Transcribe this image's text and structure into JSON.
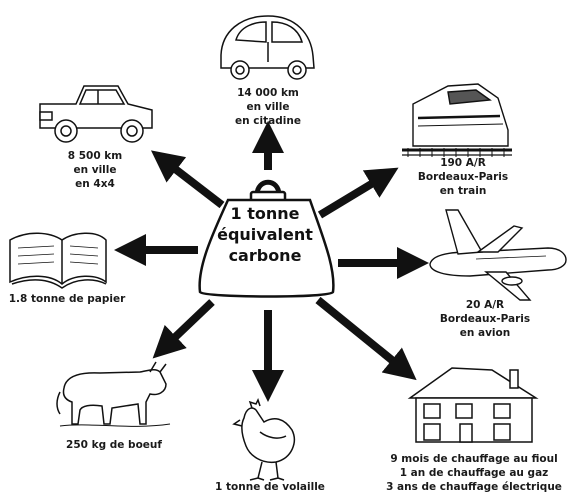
{
  "center": {
    "lines": [
      "1 tonne",
      "équivalent",
      "carbone"
    ]
  },
  "items": {
    "car": {
      "lines": [
        "14 000 km",
        "en ville",
        "en citadine"
      ],
      "icon": "small-car-icon"
    },
    "truck": {
      "lines": [
        "8 500 km",
        "en ville",
        "en 4x4"
      ],
      "icon": "pickup-truck-icon"
    },
    "train": {
      "lines": [
        "190 A/R",
        "Bordeaux-Paris",
        "en train"
      ],
      "icon": "high-speed-train-icon"
    },
    "book": {
      "lines": [
        "1.8 tonne de papier"
      ],
      "icon": "open-book-icon"
    },
    "plane": {
      "lines": [
        "20 A/R",
        "Bordeaux-Paris",
        "en avion"
      ],
      "icon": "airplane-icon"
    },
    "cow": {
      "lines": [
        "250 kg de boeuf"
      ],
      "icon": "cow-icon"
    },
    "chicken": {
      "lines": [
        "1 tonne de volaille"
      ],
      "icon": "chicken-icon"
    },
    "house": {
      "lines": [
        "9 mois de chauffage au fioul",
        "1 an de chauffage au gaz",
        "3 ans de chauffage électrique"
      ],
      "icon": "house-icon"
    }
  },
  "colors": {
    "ink": "#111111",
    "paper": "#ffffff"
  }
}
